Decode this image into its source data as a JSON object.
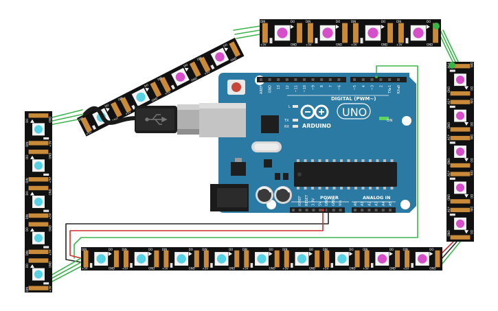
{
  "board": {
    "logo_text": "ARDUINO",
    "model": "UNO",
    "on_label": "ON",
    "l_label": "L",
    "tx_label": "TX",
    "rx_label": "RX",
    "digital_label": "DIGITAL (PWM~)",
    "analog_label": "ANALOG IN",
    "power_label": "POWER",
    "digital_pins": [
      "AREF",
      "GND",
      "13",
      "12",
      "~11",
      "~10",
      "~9",
      "8",
      "7",
      "~6",
      "~5",
      "4",
      "~3",
      "2",
      "TX▸1",
      "RX◂0"
    ],
    "power_pins": [
      "IOREF",
      "RESET",
      "3.3V",
      "5V",
      "GND",
      "GND",
      "Vin"
    ],
    "analog_pins": [
      "A0",
      "A1",
      "A2",
      "A3",
      "A4",
      "A5"
    ]
  },
  "strip_labels": {
    "din": "DIN",
    "do": "DO",
    "vdd": "+5V",
    "gnd": "GND"
  },
  "colors": {
    "led_cyan": "#58d2e2",
    "led_pink": "#d54fc8",
    "board_blue": "#2a7aa3",
    "wire_green": "#3ab54a",
    "wire_red": "#d42a2a",
    "wire_black": "#222222",
    "strip_black": "#111111"
  }
}
